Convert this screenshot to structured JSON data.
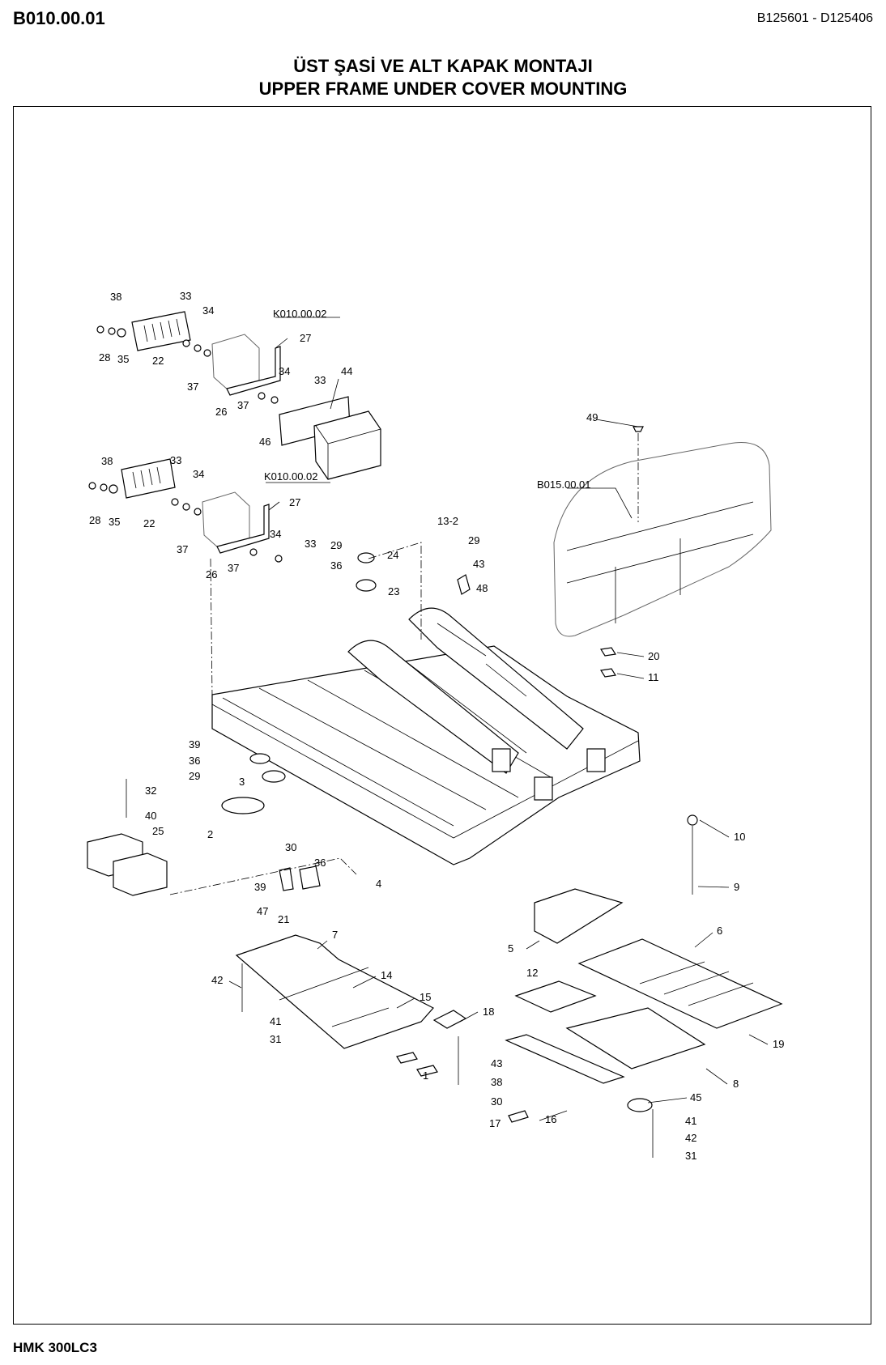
{
  "header": {
    "code": "B010.00.01",
    "serial_range": "B125601 - D125406"
  },
  "title": {
    "line1": "ÜST ŞASİ VE ALT KAPAK MONTAJI",
    "line2": "UPPER FRAME UNDER COVER MOUNTING"
  },
  "footer": {
    "model": "HMK 300LC3"
  },
  "labels": {
    "p38a": "38",
    "p33a": "33",
    "p34a": "34",
    "refA": "K010.00.02",
    "p27a": "27",
    "p28a": "28",
    "p35a": "35",
    "p22a": "22",
    "p37a": "37",
    "p34b": "34",
    "p33b": "33",
    "p44": "44",
    "p26a": "26",
    "p37b": "37",
    "p46": "46",
    "p49": "49",
    "refC": "B015.00.01",
    "p38b": "38",
    "p33c": "33",
    "p34c": "34",
    "refB": "K010.00.02",
    "p27b": "27",
    "p28b": "28",
    "p35b": "35",
    "p22b": "22",
    "p37c": "37",
    "p34d": "34",
    "p33d": "33",
    "p26b": "26",
    "p37d": "37",
    "p13_2": "13-2",
    "p29a": "29",
    "p29b": "29",
    "p36a": "36",
    "p24": "24",
    "p43a": "43",
    "p48": "48",
    "p23": "23",
    "p20": "20",
    "p11": "11",
    "p39a": "39",
    "p36b": "36",
    "p29c": "29",
    "p3": "3",
    "p32": "32",
    "p40": "40",
    "p25": "25",
    "p2": "2",
    "p30a": "30",
    "p36c": "36",
    "p39b": "39",
    "p4": "4",
    "p47": "47",
    "p21": "21",
    "p10": "10",
    "p9": "9",
    "p7": "7",
    "p5": "5",
    "p6": "6",
    "p42a": "42",
    "p14": "14",
    "p12": "12",
    "p15": "15",
    "p41a": "41",
    "p31a": "31",
    "p18": "18",
    "p19": "19",
    "p43b": "43",
    "p1": "1",
    "p38c": "38",
    "p8": "8",
    "p30b": "30",
    "p45": "45",
    "p17": "17",
    "p16": "16",
    "p41b": "41",
    "p42b": "42",
    "p31b": "31"
  }
}
